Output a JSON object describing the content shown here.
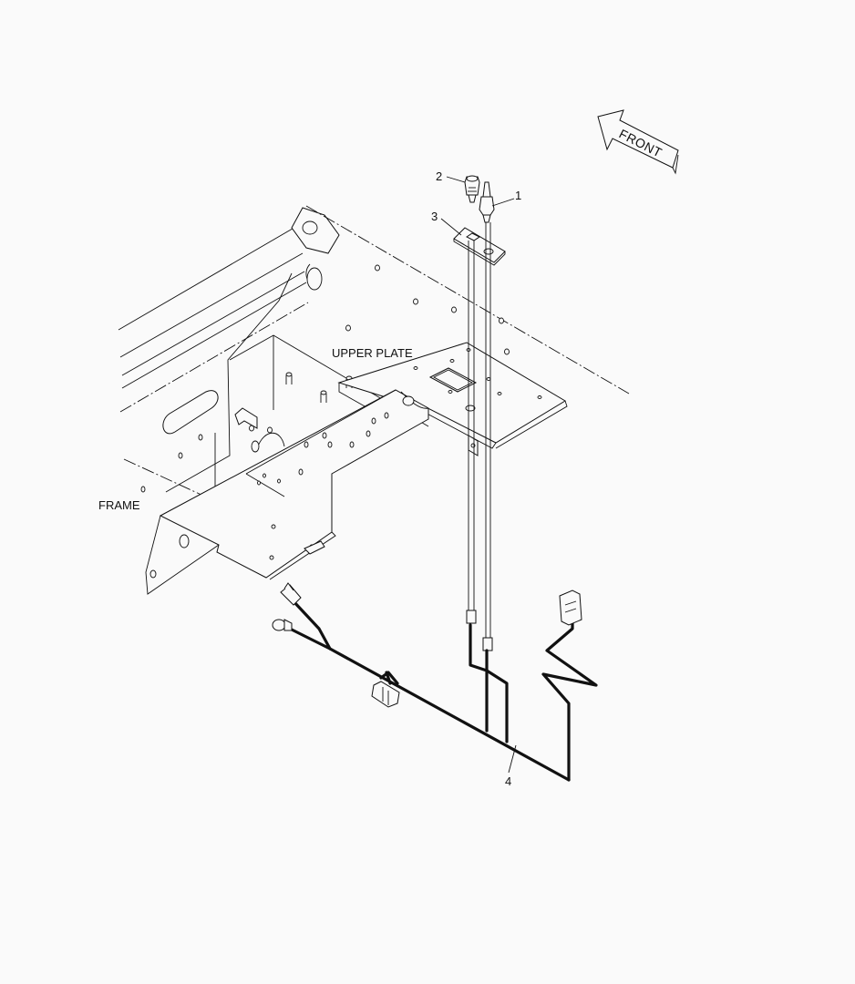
{
  "labels": {
    "front": "FRONT",
    "upper_plate": "UPPER PLATE",
    "frame": "FRAME"
  },
  "callouts": [
    {
      "id": "1",
      "text": "1"
    },
    {
      "id": "2",
      "text": "2"
    },
    {
      "id": "3",
      "text": "3"
    },
    {
      "id": "4",
      "text": "4"
    }
  ],
  "colors": {
    "background": "#fafafa",
    "line": "#111111"
  }
}
